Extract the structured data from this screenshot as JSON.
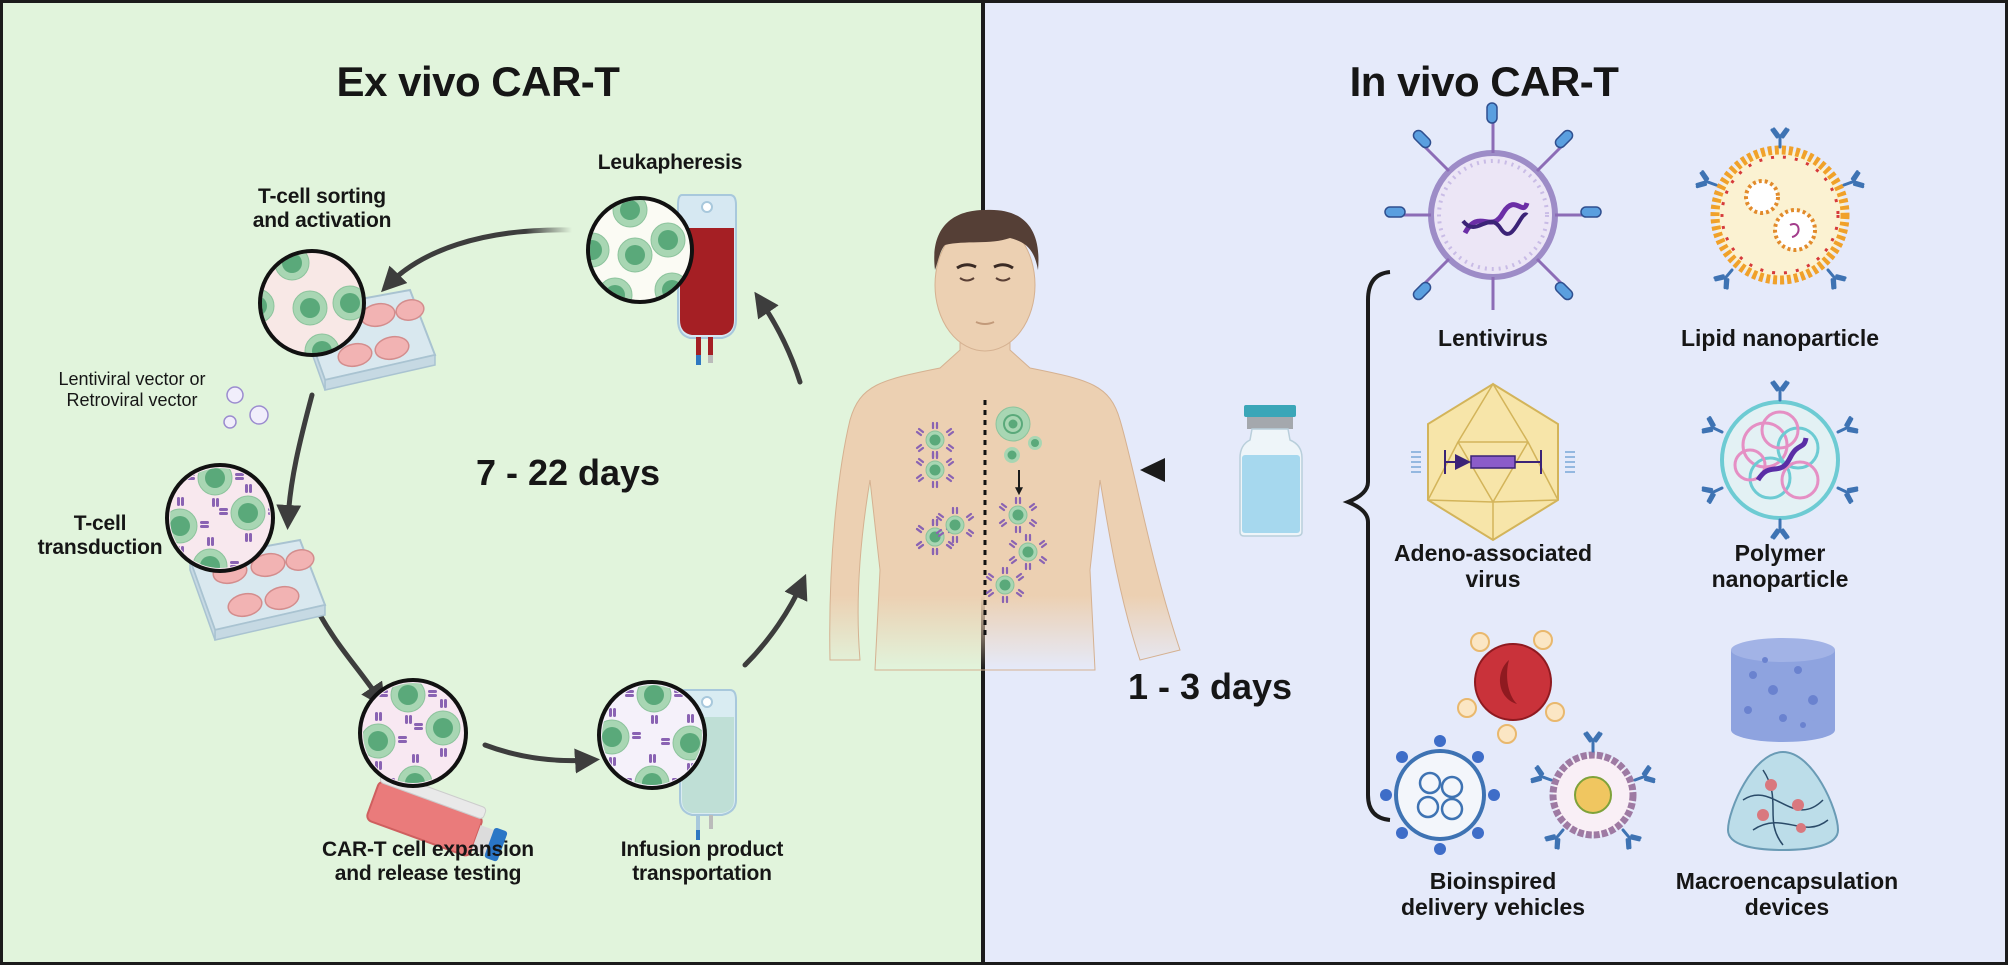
{
  "figure": {
    "left_panel": {
      "title": "Ex vivo CAR-T",
      "duration": "7 - 22 days",
      "steps": [
        {
          "id": "leukapheresis",
          "label_lines": [
            "Leukapheresis"
          ]
        },
        {
          "id": "sorting",
          "label_lines": [
            "T-cell sorting",
            "and activation"
          ]
        },
        {
          "id": "transduction",
          "label_lines": [
            "T-cell",
            "transduction"
          ]
        },
        {
          "id": "expansion",
          "label_lines": [
            "CAR-T cell expansion",
            "and release testing"
          ]
        },
        {
          "id": "infusion",
          "label_lines": [
            "Infusion product",
            "transportation"
          ]
        }
      ],
      "vector_note_lines": [
        "Lentiviral vector or",
        "Retroviral vector"
      ]
    },
    "right_panel": {
      "title": "In vivo CAR-T",
      "duration": "1 - 3 days",
      "delivery_vehicles": [
        {
          "id": "lentivirus",
          "label_lines": [
            "Lentivirus"
          ]
        },
        {
          "id": "lipid-nanoparticle",
          "label_lines": [
            "Lipid nanoparticle"
          ]
        },
        {
          "id": "aav",
          "label_lines": [
            "Adeno-associated",
            "virus"
          ]
        },
        {
          "id": "polymer-nanoparticle",
          "label_lines": [
            "Polymer",
            "nanoparticle"
          ]
        },
        {
          "id": "bioinspired",
          "label_lines": [
            "Bioinspired",
            "delivery vehicles"
          ]
        },
        {
          "id": "macroencapsulation",
          "label_lines": [
            "Macroencapsulation",
            "devices"
          ]
        }
      ]
    },
    "colors": {
      "left_bg": "#e1f4dc",
      "right_bg": "#e5eafa",
      "border": "#1b1b1b",
      "arrow": "#3d3d3d",
      "tcell_outer": "#9fd0ad",
      "tcell_inner": "#5aa97a",
      "car_receptor": "#8a63b3",
      "skin": "#ecd0b2",
      "hair": "#553f36",
      "blood": "#a51f24",
      "vial_liquid": "#a6d8ee",
      "vial_cap": "#3aa6b8"
    }
  }
}
